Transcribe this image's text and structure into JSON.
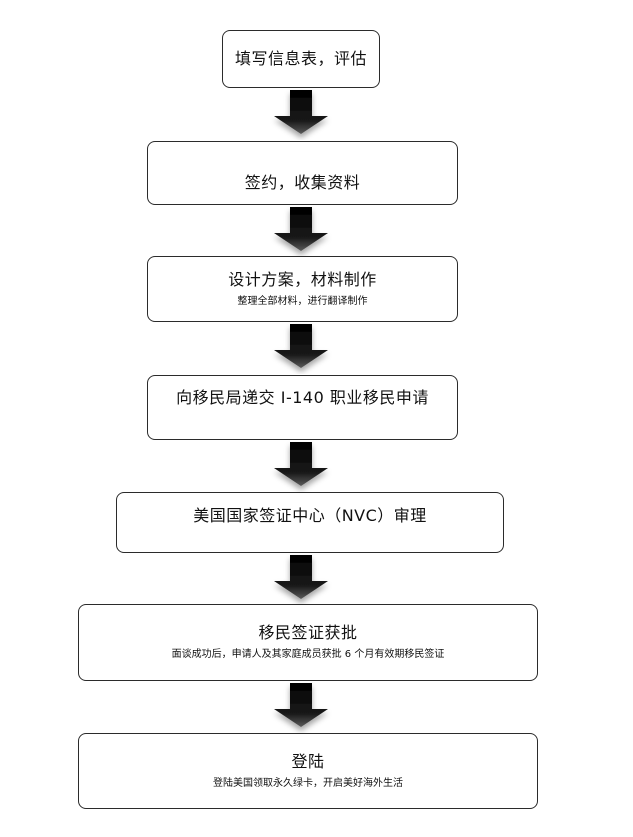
{
  "steps": [
    {
      "title": "填写信息表，评估",
      "sub": ""
    },
    {
      "title": "签约，收集资料",
      "sub": ""
    },
    {
      "title": "设计方案，材料制作",
      "sub": "整理全部材料，进行翻译制作"
    },
    {
      "title": "向移民局递交 I-140 职业移民申请",
      "sub": ""
    },
    {
      "title": "美国国家签证中心（NVC）审理",
      "sub": ""
    },
    {
      "title": "移民签证获批",
      "sub": "面谈成功后，申请人及其家庭成员获批 6 个月有效期移民签证"
    },
    {
      "title": "登陆",
      "sub": "登陆美国领取永久绿卡，开启美好海外生活"
    }
  ]
}
